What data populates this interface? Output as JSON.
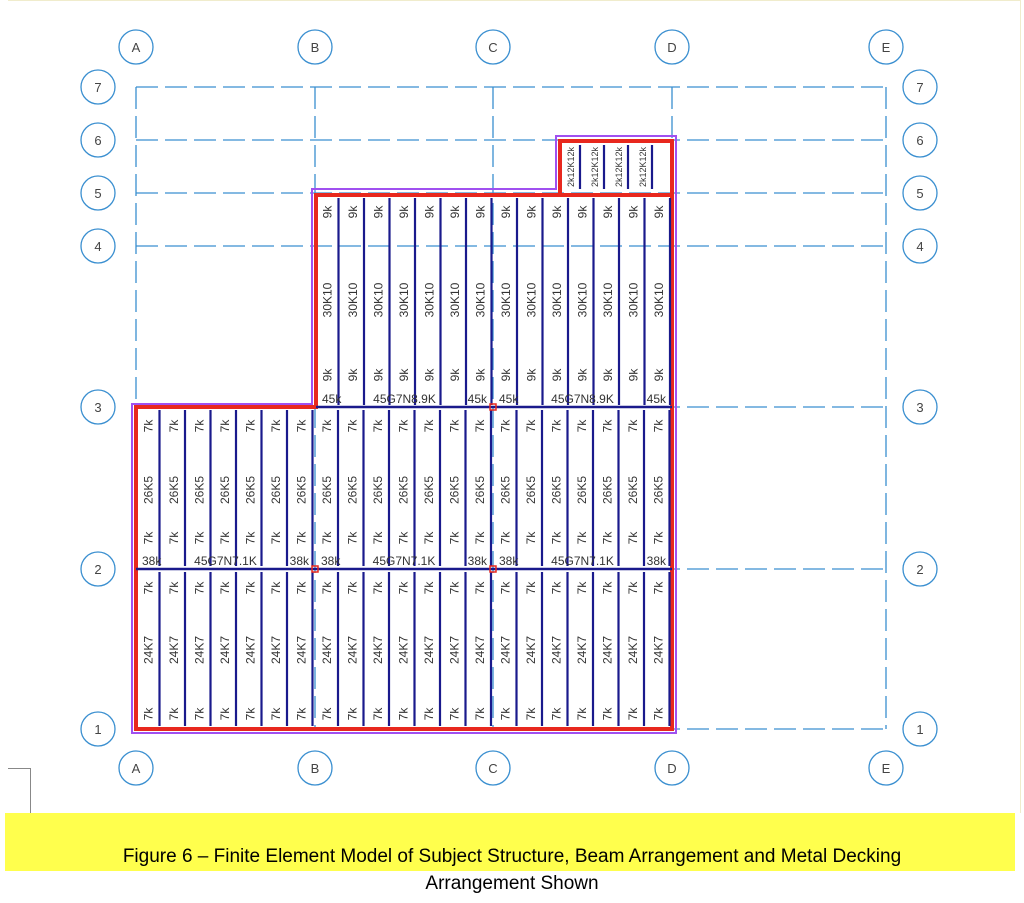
{
  "grid": {
    "columns": [
      "A",
      "B",
      "C",
      "D",
      "E"
    ],
    "rows": [
      "7",
      "6",
      "5",
      "4",
      "3",
      "2",
      "1"
    ]
  },
  "joists": {
    "upper": {
      "end_load": "9k",
      "designation": "30K10",
      "count": 14
    },
    "top_right": {
      "label": "2k12K12k",
      "count": 4
    },
    "middle": {
      "end_load": "7k",
      "designation": "26K5",
      "count": 21
    },
    "lower": {
      "end_load": "7k",
      "designation": "24K7",
      "count": 21
    }
  },
  "girders": {
    "line3": {
      "end_load": "45k",
      "designation": "45G7N8.9K"
    },
    "line2": {
      "end_load": "38k",
      "designation": "45G7N7.1K"
    }
  },
  "colors": {
    "grid": "#3a8fd0",
    "joist": "#1a1a8c",
    "boundary": "#e8281e",
    "outline": "#a050f0",
    "caption_bg": "#ffff4d"
  },
  "caption": {
    "line1": "Figure 6 – Finite Element Model of Subject Structure, Beam Arrangement and Metal Decking",
    "line2": "Arrangement Shown"
  }
}
